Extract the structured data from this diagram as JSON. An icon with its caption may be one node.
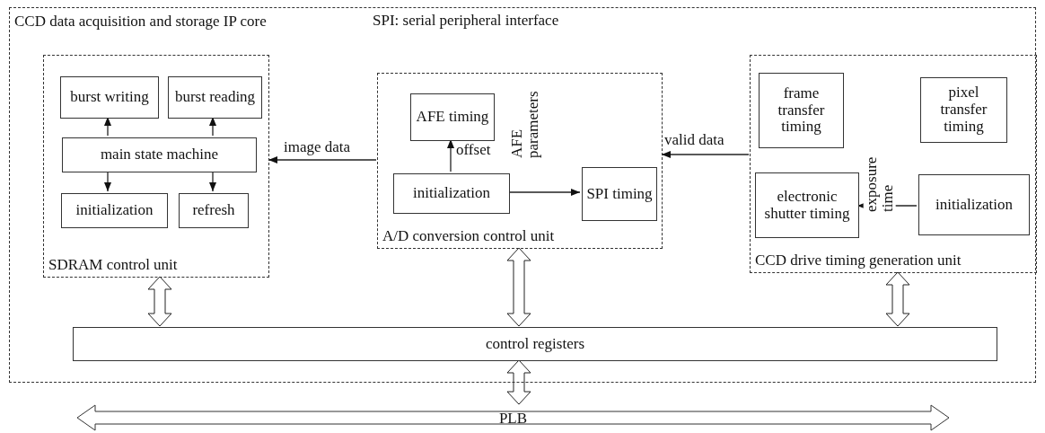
{
  "diagram": {
    "nodes": [
      {
        "text": [
          "CCD data acquisition and storage IP core"
        ]
      },
      {
        "text": [
          "SDRAM control unit"
        ],
        "in": 0
      },
      {
        "text": [
          "burst writing"
        ],
        "in": 1
      },
      {
        "text": [
          "burst reading"
        ],
        "in": 1
      },
      {
        "text": [
          "main state machine"
        ],
        "in": 1
      },
      {
        "text": [
          "initialization"
        ],
        "in": 1
      },
      {
        "text": [
          "refresh"
        ],
        "in": 1
      },
      {
        "text": [
          "A/D conversion control unit"
        ],
        "in": 0
      },
      {
        "text": [
          "AFE timing"
        ],
        "in": 7
      },
      {
        "text": [
          "initialization"
        ],
        "in": 7
      },
      {
        "text": [
          "SPI timing"
        ],
        "in": 7
      },
      {
        "text": [
          "CCD drive timing generation unit"
        ],
        "in": 0
      },
      {
        "text": [
          "frame transfer timing"
        ],
        "in": 11
      },
      {
        "text": [
          "pixel transfer timing"
        ],
        "in": 11
      },
      {
        "text": [
          "electronic shutter timing"
        ],
        "in": 11
      },
      {
        "text": [
          "initialization"
        ],
        "in": 11
      },
      {
        "text": [
          "control registers"
        ],
        "in": 0
      },
      {
        "text": [
          "PLB"
        ]
      }
    ],
    "edges": [
      {
        "from": 4,
        "to": 2,
        "arrow": "to"
      },
      {
        "from": 4,
        "to": 3,
        "arrow": "to"
      },
      {
        "from": 4,
        "to": 5,
        "arrow": "to"
      },
      {
        "from": 4,
        "to": 6,
        "arrow": "to"
      },
      {
        "from": 7,
        "to": 1,
        "arrow": "to",
        "label": "image data"
      },
      {
        "from": 9,
        "to": 8,
        "arrow": "to",
        "label": "offset"
      },
      {
        "from": 9,
        "to": 10,
        "arrow": "to",
        "label": "AFE parameters"
      },
      {
        "from": 11,
        "to": 7,
        "arrow": "to",
        "label": "valid data"
      },
      {
        "from": 15,
        "to": 14,
        "arrow": "to",
        "label": "exposure time"
      },
      {
        "from": 1,
        "to": 16,
        "arrow": "both",
        "style": "thick"
      },
      {
        "from": 7,
        "to": 16,
        "arrow": "both",
        "style": "thick"
      },
      {
        "from": 11,
        "to": 16,
        "arrow": "both",
        "style": "thick"
      },
      {
        "from": 16,
        "to": 17,
        "arrow": "both",
        "style": "thick"
      }
    ],
    "labels": [
      "SPI: serial peripheral interface"
    ]
  }
}
